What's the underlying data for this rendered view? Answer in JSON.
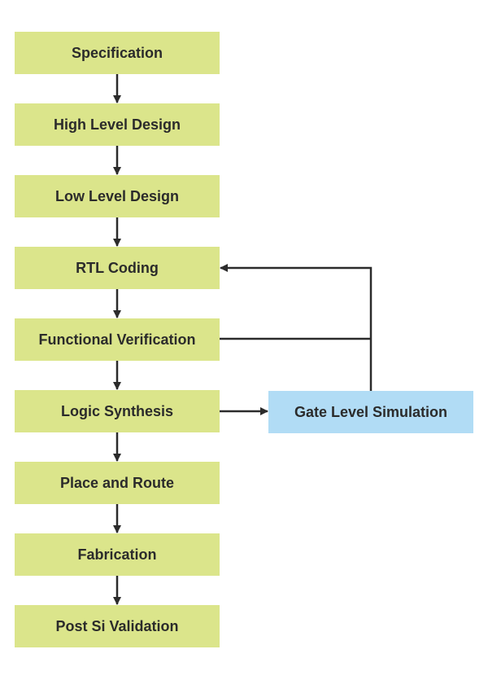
{
  "stages": [
    "Specification",
    "High Level Design",
    "Low Level Design",
    "RTL Coding",
    "Functional Verification",
    "Logic Synthesis",
    "Place and Route",
    "Fabrication",
    "Post Si Validation"
  ],
  "side_stage": "Gate Level Simulation",
  "colors": {
    "stage_fill": "#dbe58b",
    "side_stage_fill": "#b1dcf5",
    "arrow": "#2b2b2b",
    "text": "#2b2b2b"
  }
}
